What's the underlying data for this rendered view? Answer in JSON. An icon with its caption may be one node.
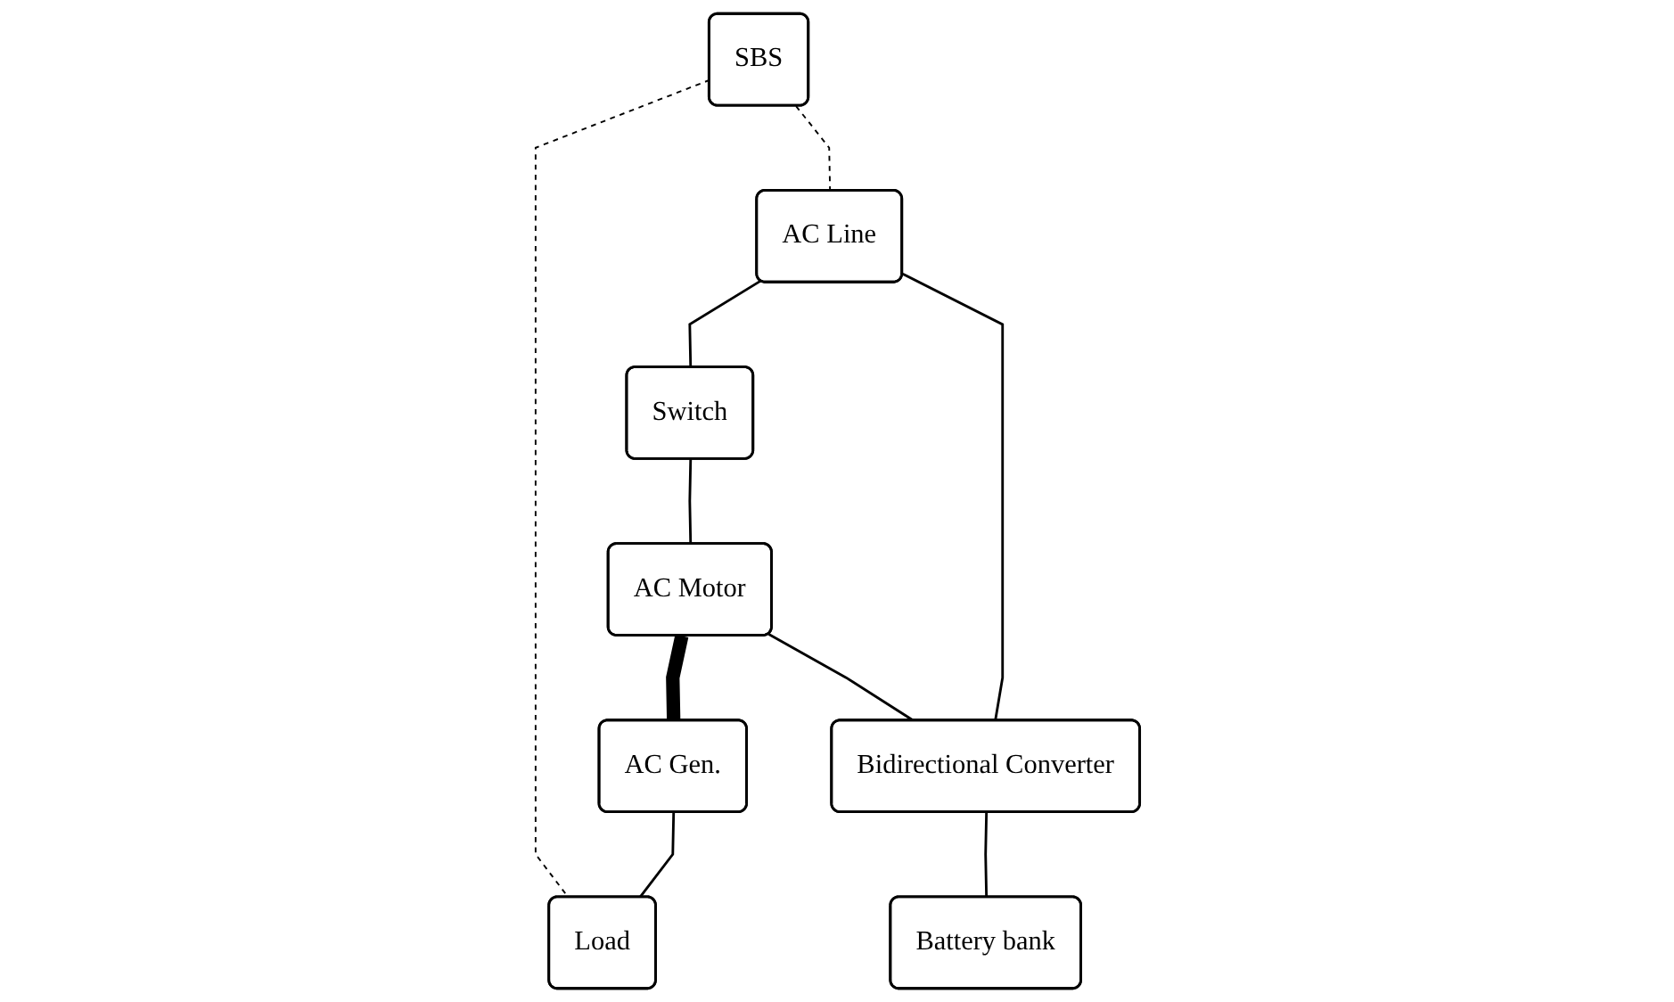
{
  "diagram": {
    "nodes": [
      {
        "text": [
          "SBS"
        ]
      },
      {
        "text": [
          "AC Line"
        ]
      },
      {
        "text": [
          "Switch"
        ]
      },
      {
        "text": [
          "AC Motor"
        ]
      },
      {
        "text": [
          "AC Gen."
        ]
      },
      {
        "text": [
          "Load"
        ]
      },
      {
        "text": [
          "Bidirectional Converter"
        ]
      },
      {
        "text": [
          "Battery bank"
        ]
      }
    ],
    "edges": [
      {
        "from": 1,
        "to": 2,
        "arrow": "none"
      },
      {
        "from": 2,
        "to": 3,
        "arrow": "none"
      },
      {
        "from": 3,
        "to": 4,
        "arrow": "none",
        "style": "thick"
      },
      {
        "from": 4,
        "to": 5,
        "arrow": "none"
      },
      {
        "from": 1,
        "to": 6,
        "arrow": "none"
      },
      {
        "from": 3,
        "to": 6,
        "arrow": "none"
      },
      {
        "from": 6,
        "to": 7,
        "arrow": "none"
      },
      {
        "from": 0,
        "to": 1,
        "arrow": "none",
        "style": "dashed"
      },
      {
        "from": 0,
        "to": 5,
        "arrow": "none",
        "style": "dashed"
      }
    ]
  }
}
